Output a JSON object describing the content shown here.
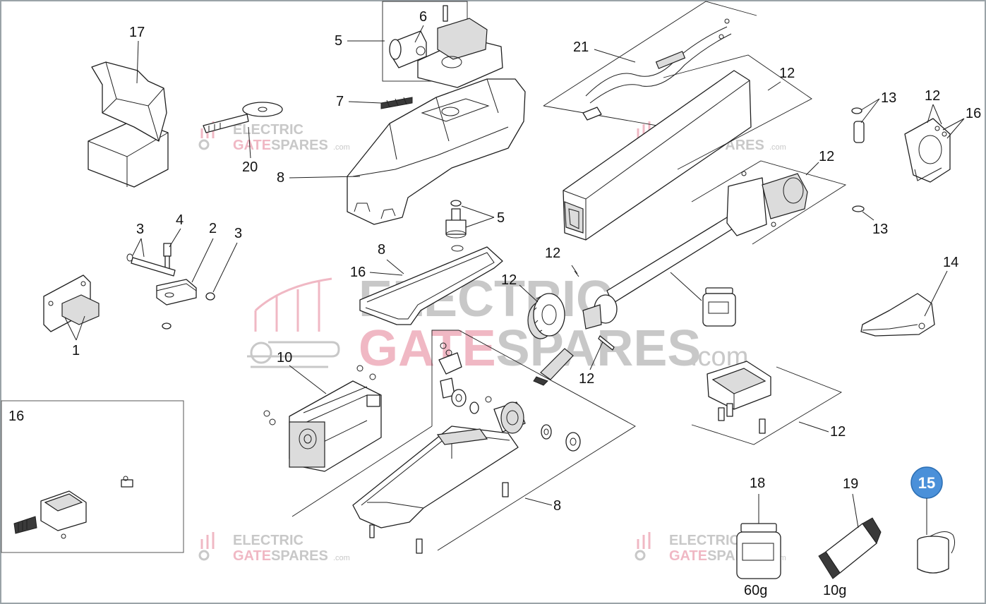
{
  "callouts": {
    "c1": "1",
    "c2": "2",
    "c3a": "3",
    "c3b": "3",
    "c4": "4",
    "c5a": "5",
    "c5b": "5",
    "c6": "6",
    "c7": "7",
    "c8a": "8",
    "c8b": "8",
    "c8c": "8",
    "c10": "10",
    "c12a": "12",
    "c12b": "12",
    "c12c": "12",
    "c12d": "12",
    "c12e": "12",
    "c12f": "12",
    "c12g": "12",
    "c13a": "13",
    "c13b": "13",
    "c14": "14",
    "c16a": "16",
    "c16b": "16",
    "c16c": "16",
    "c17": "17",
    "c18": "18",
    "c19": "19",
    "c20": "20",
    "c21": "21"
  },
  "badge": {
    "label": "15",
    "color": "#4a90d9"
  },
  "grease_jar": {
    "weight": "60g"
  },
  "grease_tube": {
    "weight": "10g"
  },
  "watermark": {
    "line1": "ELECTRIC",
    "line2_part1": "GATE",
    "line2_part2": "SPARES",
    "suffix": ".com"
  },
  "colors": {
    "watermark_pink": "#f0b8c4",
    "watermark_gray": "#c8c8c8",
    "line": "#1f1f1f"
  }
}
